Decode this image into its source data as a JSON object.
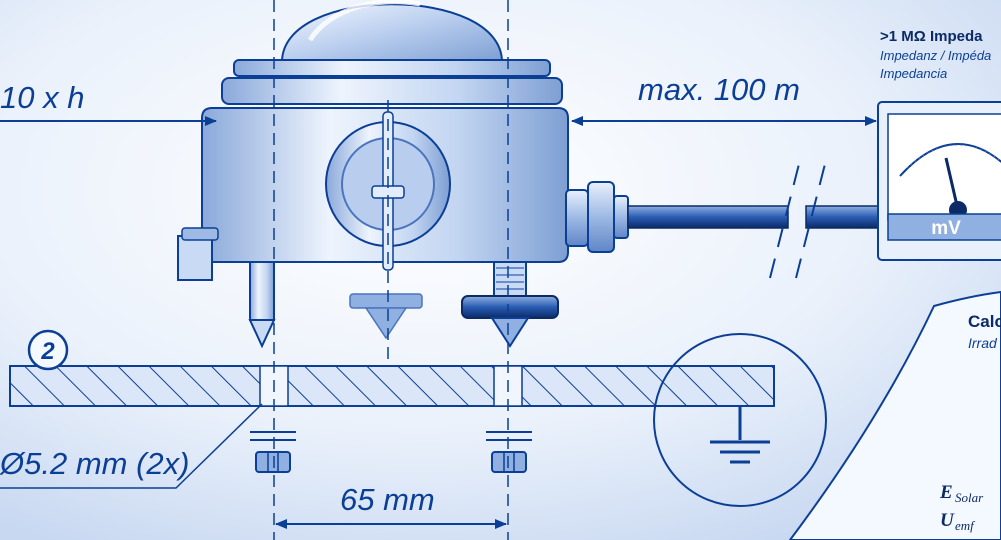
{
  "labels": {
    "distance_ratio": "10 x h",
    "cable_length": "max. 100 m",
    "impedance_title": ">1 MΩ Impeda",
    "impedance_sub1": "Impedanz / Impéda",
    "impedance_sub2": "Impedancia",
    "meter_unit": "mV",
    "step_number": "2",
    "hole_spec": "Ø5.2 mm (2x)",
    "hole_spacing": "65 mm",
    "calc_title": "Calc",
    "calc_sub": "Irrad",
    "formula_e": "E",
    "formula_e_sub": "Solar",
    "formula_u": "U",
    "formula_u_sub": "emf"
  },
  "colors": {
    "background": "#dfe9f8",
    "line_blue": "#0b3f96",
    "body_light": "#c9daf4",
    "body_mid": "#8fb0e0",
    "dark_navy": "#0b2a66"
  }
}
